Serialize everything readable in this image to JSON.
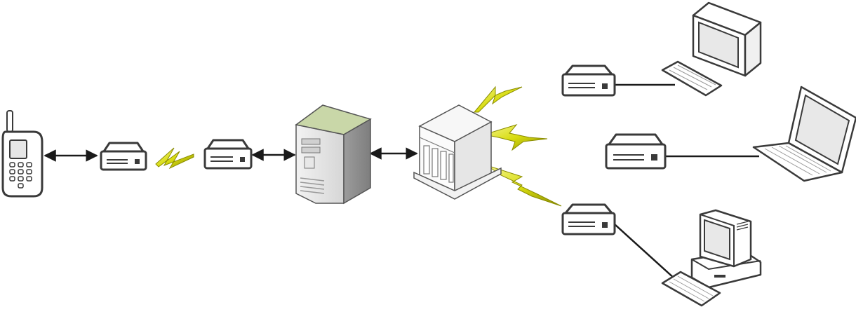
{
  "diagram": {
    "type": "network-topology",
    "nodes": [
      {
        "id": "phone",
        "icon": "mobile-phone-icon"
      },
      {
        "id": "modem-1",
        "icon": "modem-icon"
      },
      {
        "id": "modem-2",
        "icon": "modem-icon"
      },
      {
        "id": "server",
        "icon": "tower-server-icon"
      },
      {
        "id": "building",
        "icon": "building-icon"
      },
      {
        "id": "modem-top",
        "icon": "modem-icon"
      },
      {
        "id": "modem-middle",
        "icon": "modem-icon"
      },
      {
        "id": "modem-bottom",
        "icon": "modem-icon"
      },
      {
        "id": "monitor",
        "icon": "monitor-keyboard-icon"
      },
      {
        "id": "laptop",
        "icon": "laptop-icon"
      },
      {
        "id": "desktop",
        "icon": "desktop-pc-icon"
      }
    ],
    "links": [
      {
        "from": "phone",
        "to": "modem-1",
        "kind": "bidirectional-arrow"
      },
      {
        "from": "modem-1",
        "to": "modem-2",
        "kind": "wireless"
      },
      {
        "from": "modem-2",
        "to": "server",
        "kind": "bidirectional-arrow"
      },
      {
        "from": "server",
        "to": "building",
        "kind": "bidirectional-arrow"
      },
      {
        "from": "building",
        "to": "modem-top",
        "kind": "wireless"
      },
      {
        "from": "building",
        "to": "modem-middle",
        "kind": "wireless"
      },
      {
        "from": "building",
        "to": "modem-bottom",
        "kind": "wireless"
      },
      {
        "from": "modem-top",
        "to": "monitor",
        "kind": "wire"
      },
      {
        "from": "modem-middle",
        "to": "laptop",
        "kind": "wire"
      },
      {
        "from": "modem-bottom",
        "to": "desktop",
        "kind": "wire"
      }
    ],
    "colors": {
      "outline": "#3a3a3a",
      "lightning": "#d8dc10",
      "server_top": "#c9d7a8",
      "server_side": "#9a9a9a",
      "device_face": "#ffffff",
      "screen": "#e8e8e8"
    }
  }
}
